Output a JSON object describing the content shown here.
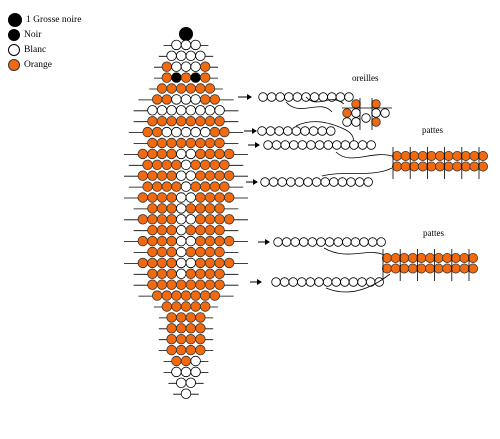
{
  "legend": {
    "big_black": "1 Grosse noire",
    "black": "Noir",
    "white": "Blanc",
    "orange": "Orange"
  },
  "labels": {
    "ears": "oreilles",
    "paws_top": "pattes",
    "paws_bottom": "pattes"
  },
  "colors": {
    "orange": "#f26a0f",
    "black": "#000000",
    "white": "#ffffff",
    "stroke": "#333333"
  },
  "body_rows": [
    "K",
    "WWW",
    "WWWW",
    "OWWWO",
    "OBOBO",
    "OOOOOO",
    "OOWWWOO",
    "WWWWWWWW",
    "OOOOOOOO",
    "OOWWWWWOO",
    "OOOOOOOO",
    "OOOOWWOOOO",
    "OOOOWOOOO",
    "OOOOWWOOOO",
    "OOOOWOOOO",
    "OOOOWWOOOO",
    "OOOWOOOO",
    "OOOOWWOOOO",
    "OOOWOOOO",
    "OOOOWWOOOO",
    "OOOWOOOO",
    "OOOOWWOOOO",
    "OOOWOOOO",
    "OOOOOOOO",
    "OOOOOOO",
    "OOOOO",
    "OOOO",
    "OOOO",
    "OOOO",
    "OOOO",
    "OOW",
    "WWW",
    "WW",
    "W"
  ],
  "ear_strand": "WWWWWWWWWWW",
  "paw_strand_short": "WWWWWWWWW",
  "paw_strand_long": "WWWWWWWWWWWWW",
  "ear_cluster": [
    "O-O",
    "OW-OW",
    "WW-WO",
    "W"
  ],
  "paw_block_top": [
    "OOOOOOOOOOO",
    "OOOOOOOOOOO"
  ],
  "paw_block_bottom": [
    "OOOOOOOOOOO",
    "OOOOOOOOOOO"
  ]
}
